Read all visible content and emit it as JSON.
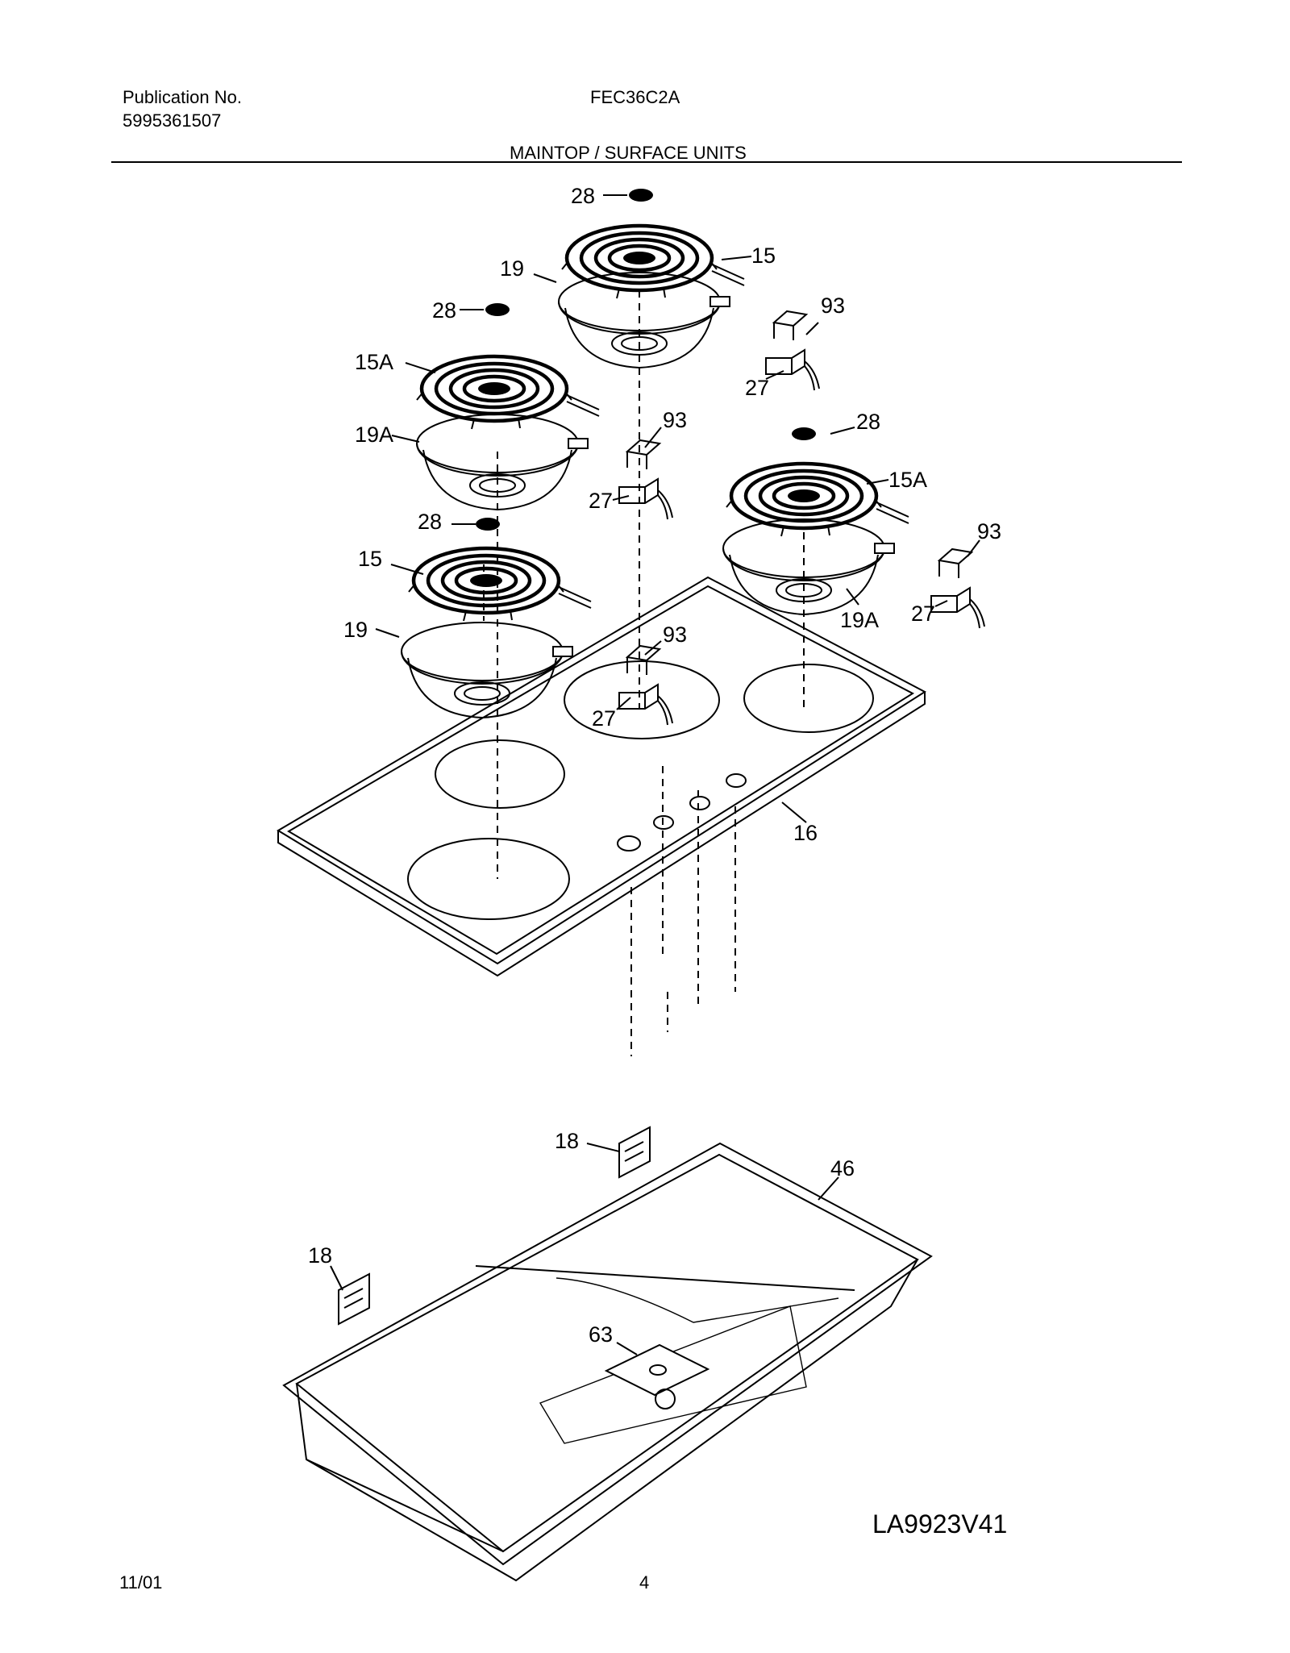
{
  "header": {
    "publication_label": "Publication No.",
    "publication_number": "5995361507",
    "model": "FEC36C2A",
    "section_title": "MAINTOP / SURFACE UNITS"
  },
  "callouts": {
    "c28_top": "28",
    "c15_top": "15",
    "c19_top": "19",
    "c93_top": "93",
    "c27_top": "27",
    "c28_left": "28",
    "c15a_left": "15A",
    "c19a_left": "19A",
    "c93_mid": "93",
    "c27_mid": "27",
    "c28_right": "28",
    "c15a_right": "15A",
    "c93_right": "93",
    "c19a_right": "19A",
    "c27_right": "27",
    "c28_lower": "28",
    "c15_lower": "15",
    "c19_lower": "19",
    "c93_lower": "93",
    "c27_lower": "27",
    "c16": "16",
    "c18_top": "18",
    "c46": "46",
    "c18_left": "18",
    "c63": "63"
  },
  "diagram_code": "LA9923V41",
  "footer": {
    "date": "11/01",
    "page": "4"
  }
}
